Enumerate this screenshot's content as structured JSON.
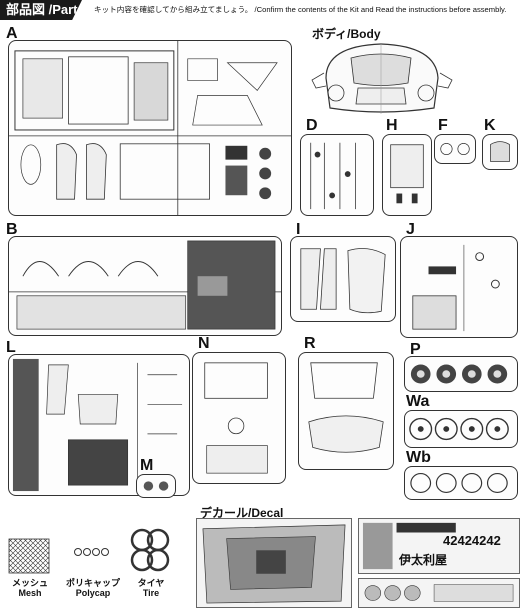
{
  "header": {
    "tag": "部品図 /Parts",
    "instruction": "キット内容を確認してから組み立てましょう。 /Confirm the contents of the Kit and Read the instructions before assembly."
  },
  "sections": {
    "body": "ボディ/Body",
    "decal": "デカール/Decal"
  },
  "sprues": [
    "A",
    "B",
    "D",
    "H",
    "F",
    "K",
    "I",
    "J",
    "L",
    "N",
    "R",
    "M",
    "P",
    "Wa",
    "Wb"
  ],
  "accessories": [
    {
      "jp": "メッシュ",
      "en": "Mesh"
    },
    {
      "jp": "ポリキャップ",
      "en": "Polycap"
    },
    {
      "jp": "タイヤ",
      "en": "Tire"
    }
  ],
  "decal_sheet": {
    "number": "42424242",
    "brand": "伊太利屋"
  }
}
